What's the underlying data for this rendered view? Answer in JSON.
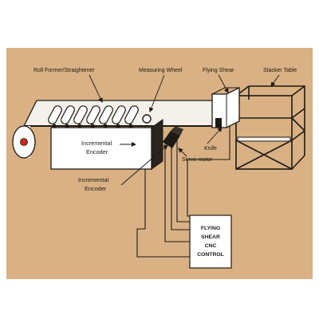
{
  "colors": {
    "background": "#d9b184",
    "outline": "#1e1a14",
    "sheet": "#f4f1ea",
    "panel": "#ffffff",
    "roll_core": "#c8281e"
  },
  "labels": {
    "roll_former": "Roll Former/Straightener",
    "measuring_wheel": "Measuring Wheel",
    "flying_shear": "Flying Shear",
    "stacker_table": "Stacker Table",
    "incremental_encoder_1": [
      "Incremental",
      "Encoder"
    ],
    "incremental_encoder_2": [
      "Incremental",
      "Encoder"
    ],
    "knife": "Knife",
    "servo_motor": "Servo motor",
    "control_box": [
      "FLYING",
      "SHEAR",
      "CNC",
      "CONTROL"
    ]
  }
}
